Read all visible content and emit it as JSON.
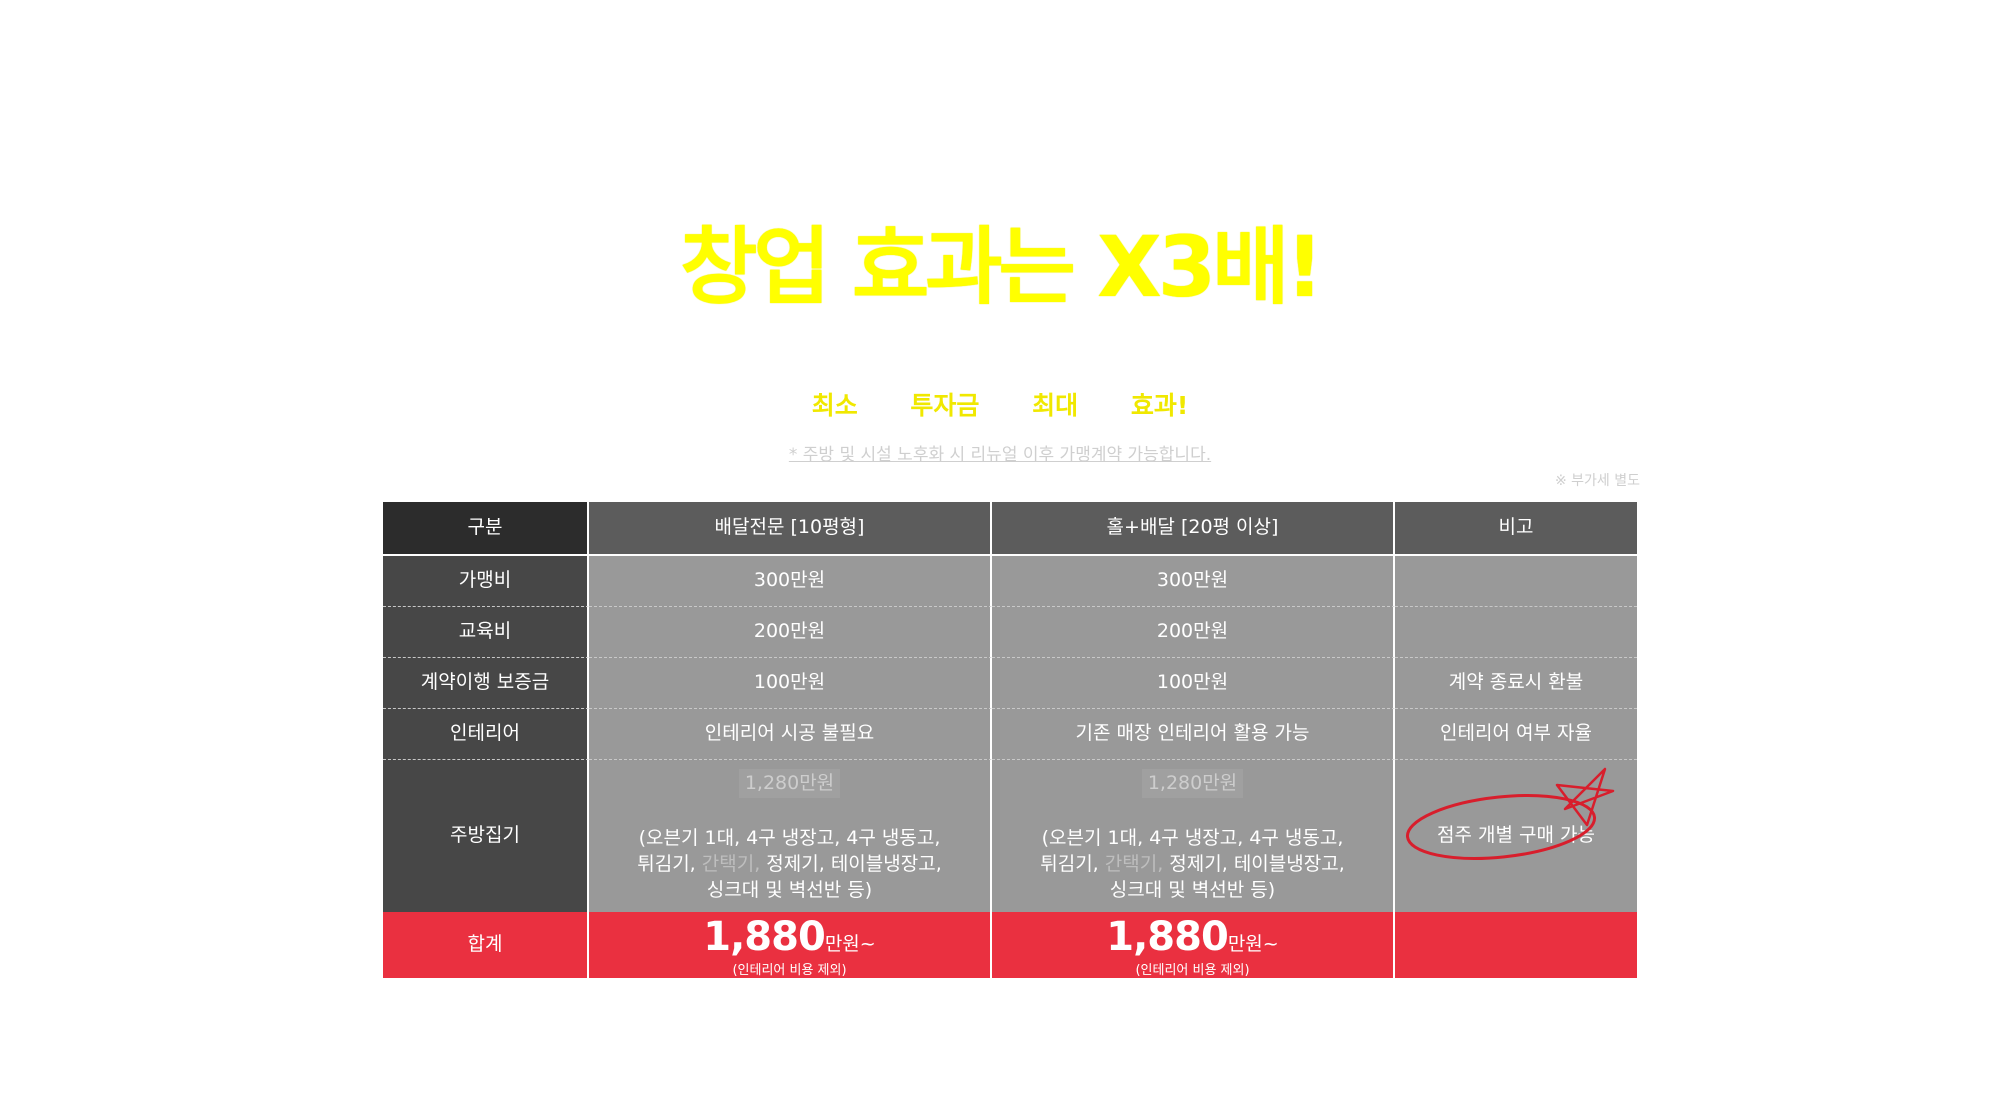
{
  "headline": "창업 효과는 X3배!",
  "tagline": [
    "최소",
    "투자금",
    "최대",
    "효과!"
  ],
  "notice": "* 주방 및 시설 노후화 시 리뉴얼 이후 가맹계약 가능합니다.",
  "vat_note": "※ 부가세 별도",
  "colors": {
    "headline": "#ffff00",
    "header_dark": "#2c2c2c",
    "header": "#5c5c5c",
    "label_col": "#474747",
    "cell": "#999999",
    "total": "#ea3040",
    "circle": "#d81e2c"
  },
  "table": {
    "headers": [
      "구분",
      "배달전문 [10평형]",
      "홀+배달 [20평 이상]",
      "비고"
    ],
    "rows": [
      {
        "label": "가맹비",
        "delivery": "300만원",
        "hall": "300만원",
        "note": ""
      },
      {
        "label": "교육비",
        "delivery": "200만원",
        "hall": "200만원",
        "note": ""
      },
      {
        "label": "계약이행 보증금",
        "delivery": "100만원",
        "hall": "100만원",
        "note": "계약 종료시 환불"
      },
      {
        "label": "인테리어",
        "delivery": "인테리어 시공 불필요",
        "hall": "기존 매장 인테리어 활용 가능",
        "note": "인테리어 여부 자율"
      }
    ],
    "kitchen": {
      "label": "주방집기",
      "price": "1,280만원",
      "items_line1": "(오븐기 1대, 4구 냉장고, 4구 냉동고,",
      "items_line2_a": "튀김기,",
      "items_line2_muted": "간택기,",
      "items_line2_b": "정제기, 테이블냉장고,",
      "items_line3": "싱크대 및 벽선반 등)",
      "note": "점주 개별 구매 가능"
    },
    "total": {
      "label": "합계",
      "amount": "1,880",
      "unit": "만원~",
      "sub": "(인테리어 비용 제외)"
    }
  }
}
